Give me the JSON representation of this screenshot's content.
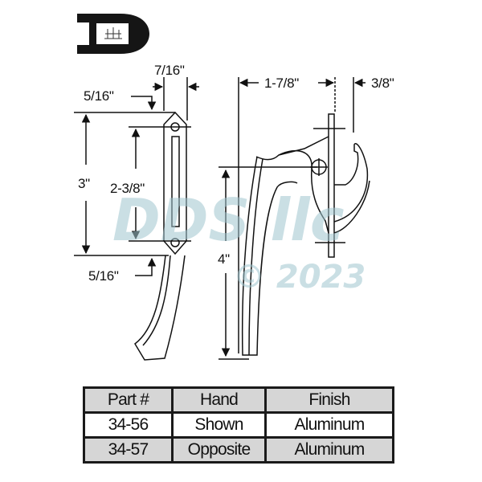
{
  "logo": {
    "letter": "D",
    "emblem": "ship-icon"
  },
  "dimensions": {
    "left_width": "7/16\"",
    "left_top_offset": "5/16\"",
    "left_height": "3\"",
    "left_hole_spacing": "2-3/8\"",
    "left_bottom_offset": "5/16\"",
    "right_reach": "1-7/8\"",
    "right_keeper": "3/8\"",
    "right_height": "4\""
  },
  "watermark": {
    "line1": "DDS llc",
    "line2": "© 2023",
    "color": "#9fc5cf"
  },
  "table": {
    "headers": [
      "Part #",
      "Hand",
      "Finish"
    ],
    "rows": [
      {
        "part": "34-56",
        "hand": "Shown",
        "finish": "Aluminum"
      },
      {
        "part": "34-57",
        "hand": "Opposite",
        "finish": "Aluminum"
      }
    ],
    "colors": {
      "header_bg": "#d6d6d6",
      "border": "#1a1a1a"
    }
  }
}
